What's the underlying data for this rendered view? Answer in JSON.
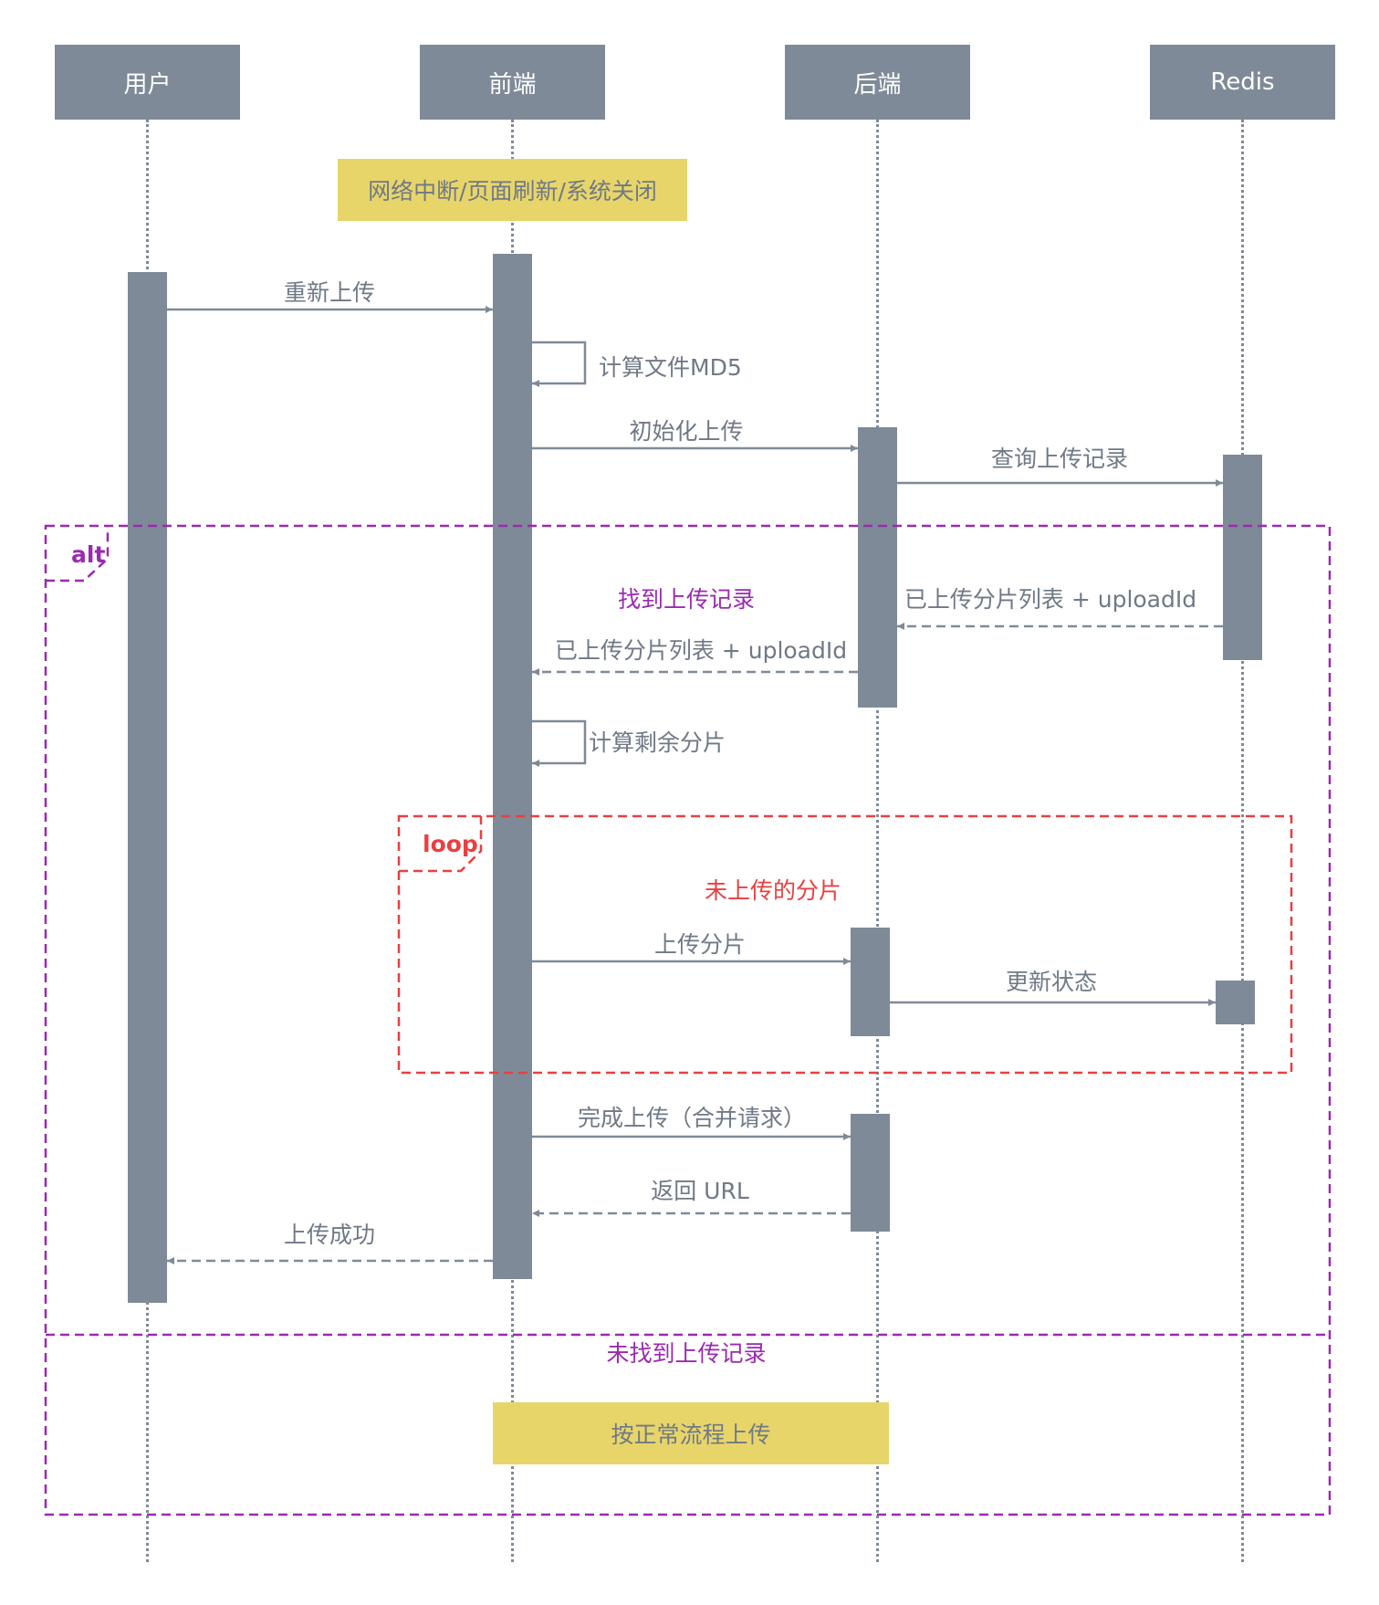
{
  "actors": {
    "user": "用户",
    "frontend": "前端",
    "backend": "后端",
    "redis": "Redis"
  },
  "notes": {
    "interrupt": "网络中断/页面刷新/系统关闭",
    "normal_flow": "按正常流程上传"
  },
  "messages": {
    "reupload": "重新上传",
    "calc_md5": "计算文件MD5",
    "init_upload": "初始化上传",
    "query_record": "查询上传记录",
    "uploaded_chunks_from_redis": "已上传分片列表 + uploadId",
    "uploaded_chunks_to_frontend": "已上传分片列表 + uploadId",
    "calc_remaining": "计算剩余分片",
    "upload_chunk": "上传分片",
    "update_status": "更新状态",
    "complete_upload": "完成上传（合并请求）",
    "return_url": "返回 URL",
    "upload_success": "上传成功"
  },
  "frames": {
    "alt": {
      "tag": "alt",
      "found_condition": "找到上传记录",
      "not_found_condition": "未找到上传记录",
      "color": "#9a2ab0"
    },
    "loop": {
      "tag": "loop",
      "condition": "未上传的分片",
      "color": "#e84040"
    }
  },
  "colors": {
    "actor_fill": "#7f8a98",
    "note_fill": "#e8d56a",
    "text": "#6f7986"
  }
}
